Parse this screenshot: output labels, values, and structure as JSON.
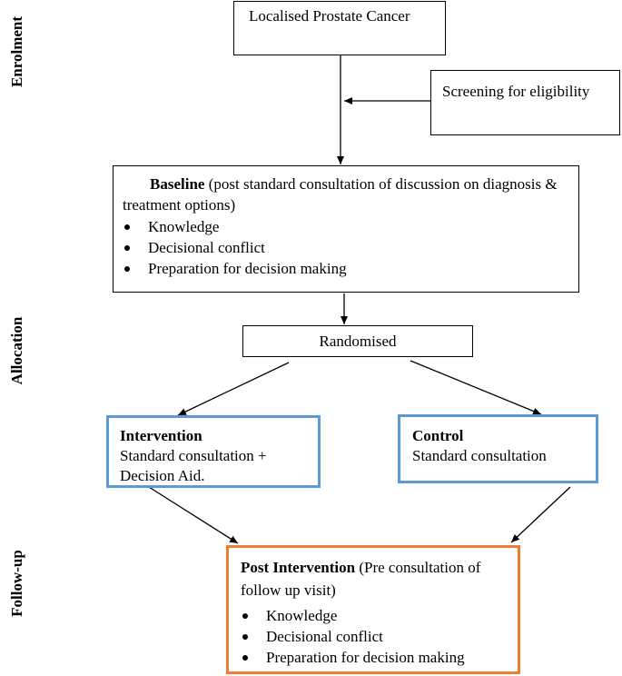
{
  "side_labels": {
    "enrolment": "Enrolment",
    "allocation": "Allocation",
    "follow_up": "Follow-up"
  },
  "localised": {
    "text": "Localised Prostate Cancer"
  },
  "screening": {
    "text": "Screening for eligibility"
  },
  "baseline": {
    "title": "Baseline",
    "rest": " (post standard consultation of discussion on diagnosis & treatment options)",
    "bullets": [
      "Knowledge",
      "Decisional conflict",
      "Preparation for decision making"
    ]
  },
  "randomised": {
    "text": "Randomised"
  },
  "intervention": {
    "title": "Intervention",
    "line1": "Standard consultation  +",
    "line2": "Decision Aid."
  },
  "control": {
    "title": "Control",
    "line1": "Standard consultation"
  },
  "post_intervention": {
    "title": "Post Intervention",
    "rest": " (Pre consultation of follow up visit)",
    "bullets": [
      "Knowledge",
      "Decisional conflict",
      "Preparation for decision making"
    ]
  },
  "colors": {
    "box_border": "#000000",
    "blue_border": "#5b9bd5",
    "orange_border": "#ed7d31"
  }
}
